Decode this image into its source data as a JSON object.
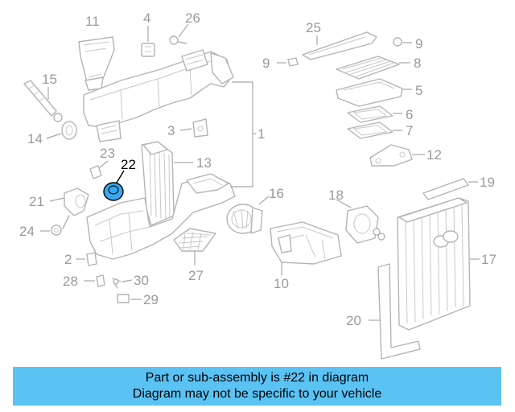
{
  "callouts": [
    "11",
    "4",
    "26",
    "25",
    "9",
    "9",
    "8",
    "5",
    "6",
    "7",
    "12",
    "15",
    "1",
    "14",
    "3",
    "23",
    "13",
    "22",
    "21",
    "16",
    "18",
    "19",
    "24",
    "17",
    "2",
    "27",
    "10",
    "28",
    "30",
    "29",
    "20"
  ],
  "highlight": {
    "part_number": "22",
    "color": "#3aa8f0"
  },
  "banner": {
    "line1": "Part or sub-assembly is #22 in diagram",
    "line2": "Diagram may not be specific to your vehicle",
    "background": "#5bc2f4"
  }
}
